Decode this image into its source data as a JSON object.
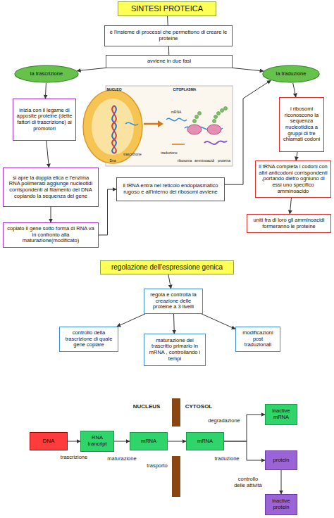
{
  "diagram": {
    "nodes": [
      {
        "text": [
          "SINTESI PROTEICA"
        ]
      },
      {
        "text": [
          "è l'insieme di processi che permettono di creare le proteine"
        ]
      },
      {
        "text": [
          "avviene in due fasi"
        ]
      },
      {
        "text": [
          "la trascrizione"
        ]
      },
      {
        "text": [
          "la traduzione"
        ]
      },
      {
        "text": [
          "inizia con il legame di apposite proteine (dette fattori di trascrizione) ai promotori"
        ]
      },
      {
        "text": [
          "si apre la doppia elica e l'enzima RNA polimerasi aggiunge nucleotidi corrispondenti al filamento del DNA copiando la sequenza del gene"
        ]
      },
      {
        "text": [
          "copiato il gene sotto forma di RNA va in confronto alla maturazione(modificato)"
        ]
      },
      {
        "text": [
          "il tRNA entra nel reticolo endoplasmatico rugoso e all'interno dei ribosomi avviene"
        ]
      },
      {
        "text": [
          "i ribosomi riconoscono la sequenza nucleotidica a gruppi di tre chiamati codoni"
        ]
      },
      {
        "text": [
          "il tRNA completa i codoni con altri anticodoni corrispondenti ,portando dietro ogniuno di essi uno specifico amminoacido"
        ]
      },
      {
        "text": [
          "uniti fra di loro gli amminoacidi formeranno le proteine"
        ]
      },
      {
        "text": [
          "regolazione dell'espressione genica"
        ]
      },
      {
        "text": [
          "regola e controlla la creazione delle proteine a 3 livelli"
        ]
      },
      {
        "text": [
          "controllo della trascrizione di quale gene copiare"
        ]
      },
      {
        "text": [
          "maturazione del trascritto primario in mRNA , controllando i tempi"
        ]
      },
      {
        "text": [
          "modificazioni post traduzionali"
        ]
      },
      {
        "text": [
          "DNA"
        ]
      },
      {
        "text": [
          "RNA trancript"
        ]
      },
      {
        "text": [
          "mRNA"
        ]
      },
      {
        "text": [
          "mRNA"
        ]
      },
      {
        "text": [
          "inactive mRNA"
        ]
      },
      {
        "text": [
          "protein"
        ]
      },
      {
        "text": [
          "inactive protein"
        ]
      }
    ],
    "edges": [
      {
        "from": 0,
        "to": 1,
        "arrow": "none"
      },
      {
        "from": 1,
        "to": 2,
        "arrow": "none"
      },
      {
        "from": 2,
        "to": 3,
        "arrow": "to"
      },
      {
        "from": 2,
        "to": 4,
        "arrow": "to"
      },
      {
        "from": 3,
        "to": 5,
        "arrow": "to"
      },
      {
        "from": 5,
        "to": 6,
        "arrow": "to"
      },
      {
        "from": 6,
        "to": 7,
        "arrow": "to"
      },
      {
        "from": 7,
        "to": 8,
        "arrow": "to"
      },
      {
        "from": 8,
        "to": 4,
        "arrow": "to"
      },
      {
        "from": 4,
        "to": 9,
        "arrow": "to"
      },
      {
        "from": 9,
        "to": 10,
        "arrow": "to"
      },
      {
        "from": 10,
        "to": 11,
        "arrow": "to"
      },
      {
        "from": 12,
        "to": 13,
        "arrow": "to"
      },
      {
        "from": 13,
        "to": 14,
        "arrow": "to"
      },
      {
        "from": 13,
        "to": 15,
        "arrow": "to"
      },
      {
        "from": 13,
        "to": 16,
        "arrow": "to"
      },
      {
        "from": 17,
        "to": 18,
        "label": "trascrizione",
        "arrow": "to"
      },
      {
        "from": 18,
        "to": 19,
        "label": "maturazione",
        "arrow": "to"
      },
      {
        "from": 19,
        "to": 20,
        "label": "trasporto",
        "arrow": "to"
      },
      {
        "from": 20,
        "to": 21,
        "label": "degradazione",
        "arrow": "to"
      },
      {
        "from": 20,
        "to": 22,
        "label": "traduzione",
        "arrow": "to"
      },
      {
        "from": 22,
        "to": 23,
        "label": "controllo delle attività",
        "arrow": "to"
      }
    ],
    "labels": [
      "NUCLEO",
      "CITOPLASMA",
      "mRNA",
      "trascrizione",
      "Dna",
      "traduzione",
      "ribosoma",
      "amminoacidi",
      "proteina",
      "NUCLEUS",
      "CYTOSOL"
    ]
  }
}
